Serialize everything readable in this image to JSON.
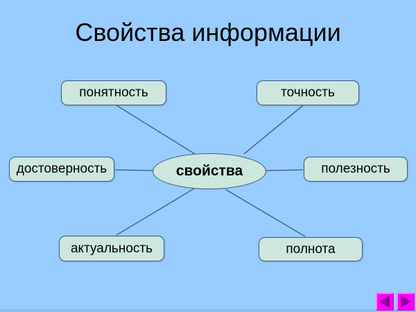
{
  "slide": {
    "title": "Свойства информации",
    "background_color": "#99CCFF",
    "node_fill": "#CDE7DF",
    "node_border_color": "#3A5A70",
    "line_color": "#3A5570",
    "text_color": "#000000"
  },
  "center": {
    "label": "свойства"
  },
  "nodes": [
    {
      "id": "ponyatnost",
      "label": "понятность"
    },
    {
      "id": "tochnost",
      "label": "точность"
    },
    {
      "id": "dostovernost",
      "label": "достоверность"
    },
    {
      "id": "poleznost",
      "label": "полезность"
    },
    {
      "id": "aktualnost",
      "label": "актуальность"
    },
    {
      "id": "polnota",
      "label": "полнота"
    }
  ],
  "navigation": {
    "back_icon": "left-arrow-icon",
    "forward_icon": "right-arrow-icon",
    "button_color": "#FF00FF",
    "arrow_color": "#990099"
  }
}
